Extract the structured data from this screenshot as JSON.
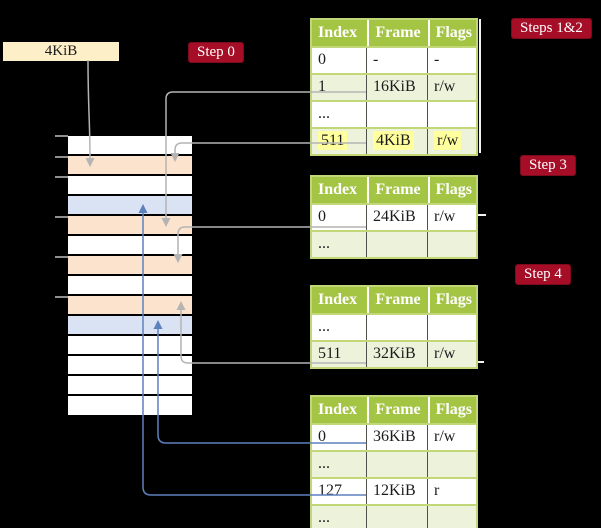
{
  "frame_label": "4KiB",
  "badges": {
    "step0": "Step 0",
    "steps_1_2": "Steps 1&2",
    "step3": "Step 3",
    "step4": "Step 4"
  },
  "memory_stack": {
    "rows": [
      "white",
      "peach",
      "white",
      "blue",
      "peach",
      "white",
      "peach",
      "white",
      "peach",
      "blue",
      "white",
      "white",
      "white",
      "white"
    ]
  },
  "page_tables": [
    {
      "columns": [
        "Index",
        "Frame",
        "Flags"
      ],
      "rows": [
        {
          "index": "0",
          "frame": "-",
          "flags": "-",
          "shaded": false,
          "highlighted": false
        },
        {
          "index": "1",
          "frame": "16KiB",
          "flags": "r/w",
          "shaded": true,
          "highlighted": false
        },
        {
          "index": "...",
          "frame": "",
          "flags": "",
          "shaded": false,
          "highlighted": false
        },
        {
          "index": "511",
          "frame": "4KiB",
          "flags": "r/w",
          "shaded": true,
          "highlighted": true
        }
      ]
    },
    {
      "columns": [
        "Index",
        "Frame",
        "Flags"
      ],
      "rows": [
        {
          "index": "0",
          "frame": "24KiB",
          "flags": "r/w",
          "shaded": false,
          "highlighted": false
        },
        {
          "index": "...",
          "frame": "",
          "flags": "",
          "shaded": true,
          "highlighted": false
        }
      ]
    },
    {
      "columns": [
        "Index",
        "Frame",
        "Flags"
      ],
      "rows": [
        {
          "index": "...",
          "frame": "",
          "flags": "",
          "shaded": false,
          "highlighted": false
        },
        {
          "index": "511",
          "frame": "32KiB",
          "flags": "r/w",
          "shaded": true,
          "highlighted": false
        }
      ]
    },
    {
      "columns": [
        "Index",
        "Frame",
        "Flags"
      ],
      "rows": [
        {
          "index": "0",
          "frame": "36KiB",
          "flags": "r/w",
          "shaded": false,
          "highlighted": false
        },
        {
          "index": "...",
          "frame": "",
          "flags": "",
          "shaded": true,
          "highlighted": false
        },
        {
          "index": "127",
          "frame": "12KiB",
          "flags": "r",
          "shaded": false,
          "highlighted": false
        },
        {
          "index": "...",
          "frame": "",
          "flags": "",
          "shaded": true,
          "highlighted": false
        }
      ]
    }
  ],
  "colors": {
    "background": "#000000",
    "row_white": "#ffffff",
    "row_peach": "#fbe3cd",
    "row_blue": "#dae3f3",
    "table_header_green": "#a4c443",
    "table_row_shaded": "#edf2db",
    "table_border_green": "#c2d878",
    "badge_red": "#a60e28",
    "frame_label_cream": "#fdf0c9",
    "highlight_yellow": "#ffff9d",
    "arrow_gray": "#b4b4b4",
    "arrow_blue": "#5d81bd"
  }
}
